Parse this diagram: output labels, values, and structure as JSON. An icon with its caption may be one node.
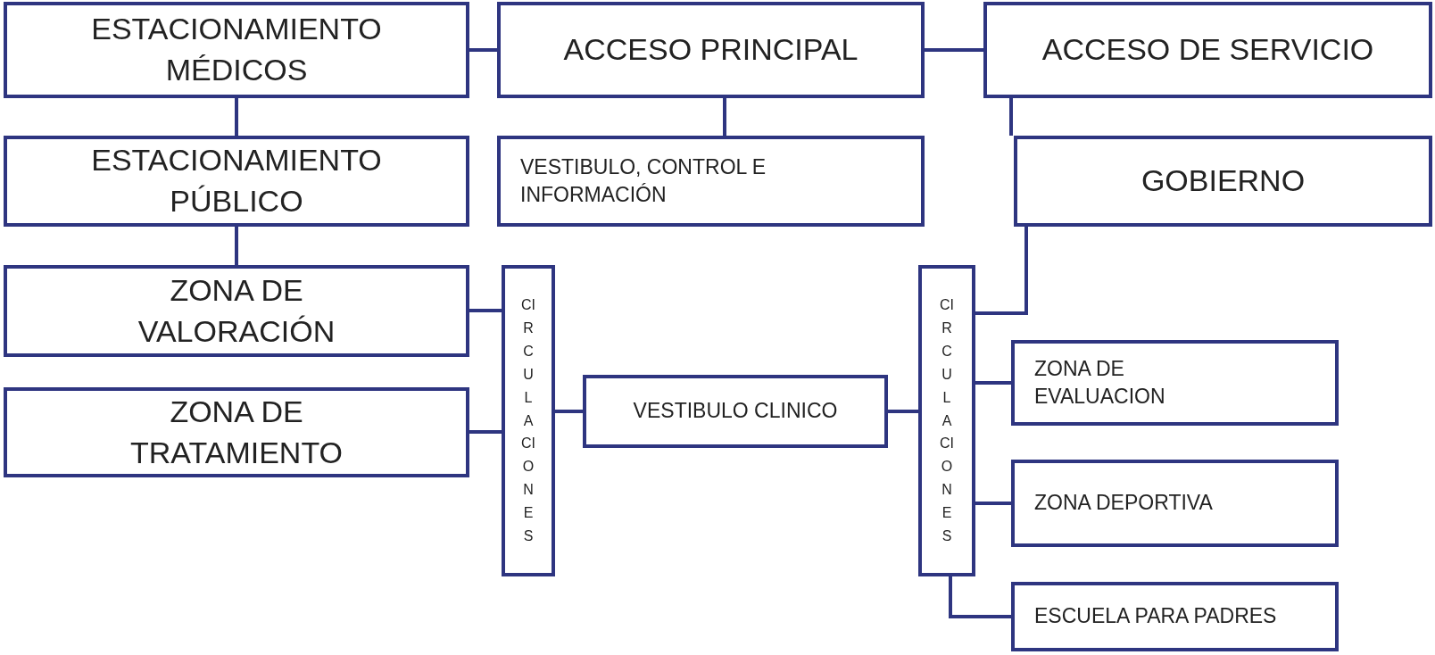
{
  "diagram": {
    "nodes": [
      {
        "text": [
          "ESTACIONAMIENTO MÉDICOS"
        ]
      },
      {
        "text": [
          "ACCESO PRINCIPAL"
        ]
      },
      {
        "text": [
          "ACCESO DE SERVICIO"
        ]
      },
      {
        "text": [
          "ESTACIONAMIENTO PÚBLICO"
        ]
      },
      {
        "text": [
          "VESTIBULO, CONTROL E INFORMACIÓN"
        ]
      },
      {
        "text": [
          "GOBIERNO"
        ]
      },
      {
        "text": [
          "ZONA DE VALORACIÓN"
        ]
      },
      {
        "text": [
          "CIRCULACIONES"
        ]
      },
      {
        "text": [
          "ZONA DE TRATAMIENTO"
        ]
      },
      {
        "text": [
          "VESTIBULO CLINICO"
        ]
      },
      {
        "text": [
          "CIRCULACIONES"
        ]
      },
      {
        "text": [
          "ZONA DE EVALUACION"
        ]
      },
      {
        "text": [
          "ZONA DEPORTIVA"
        ]
      },
      {
        "text": [
          "ESCUELA PARA PADRES"
        ]
      }
    ],
    "edges": [
      {
        "from": 0,
        "to": 1,
        "arrow": "none"
      },
      {
        "from": 1,
        "to": 2,
        "arrow": "none"
      },
      {
        "from": 0,
        "to": 3,
        "arrow": "none"
      },
      {
        "from": 1,
        "to": 4,
        "arrow": "none"
      },
      {
        "from": 2,
        "to": 5,
        "arrow": "none"
      },
      {
        "from": 3,
        "to": 6,
        "arrow": "none"
      },
      {
        "from": 5,
        "to": 10,
        "arrow": "none"
      },
      {
        "from": 6,
        "to": 7,
        "arrow": "none"
      },
      {
        "from": 8,
        "to": 7,
        "arrow": "none"
      },
      {
        "from": 7,
        "to": 9,
        "arrow": "none"
      },
      {
        "from": 9,
        "to": 10,
        "arrow": "none"
      },
      {
        "from": 10,
        "to": 11,
        "arrow": "none"
      },
      {
        "from": 10,
        "to": 12,
        "arrow": "none"
      },
      {
        "from": 10,
        "to": 13,
        "arrow": "none"
      }
    ]
  }
}
